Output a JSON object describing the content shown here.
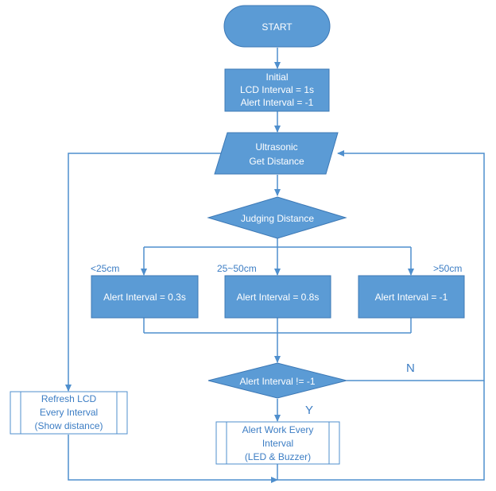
{
  "colors": {
    "fill": "#5b9bd5",
    "fill_dark": "#4a8ac8",
    "stroke": "#3c78b5",
    "line": "#4f8fcd",
    "text_on_fill": "#ffffff",
    "text_on_white": "#3c7dc4"
  },
  "start": {
    "label": "START"
  },
  "init": {
    "line1": "Initial",
    "line2": "LCD Interval = 1s",
    "line3": "Alert Interval = -1"
  },
  "ultrasonic": {
    "line1": "Ultrasonic",
    "line2": "Get Distance"
  },
  "judging": {
    "label": "Judging Distance"
  },
  "ranges": [
    {
      "label": "<25cm",
      "action": "Alert Interval = 0.3s"
    },
    {
      "label": "25~50cm",
      "action": "Alert Interval = 0.8s"
    },
    {
      "label": ">50cm",
      "action": "Alert Interval = -1"
    }
  ],
  "decision": {
    "label": "Alert Interval != -1",
    "yes": "Y",
    "no": "N"
  },
  "refresh_lcd": {
    "line1": "Refresh LCD",
    "line2": "Every Interval",
    "line3": "(Show distance)"
  },
  "alert_work": {
    "line1": "Alert Work Every",
    "line2": "Interval",
    "line3": "(LED & Buzzer)"
  }
}
